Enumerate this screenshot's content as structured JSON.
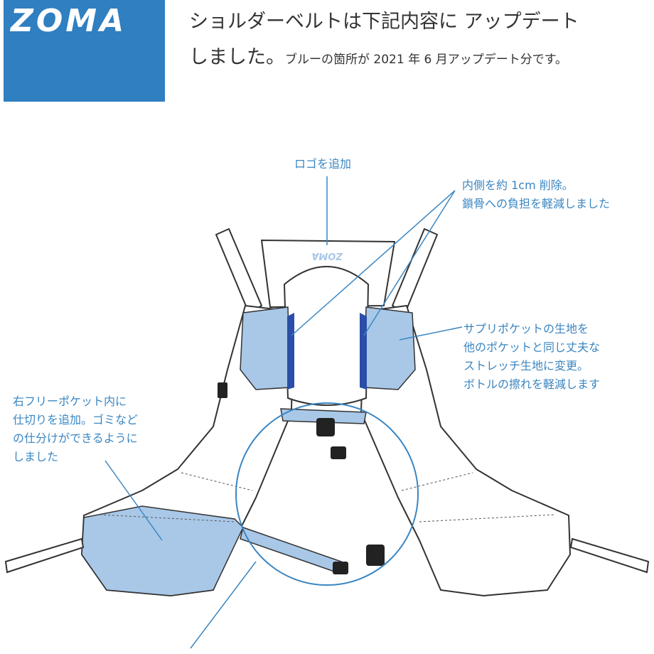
{
  "brand": {
    "logo_text": "ZOMA",
    "accent": "#2f7fc1"
  },
  "headline": {
    "line1": "ショルダーベルトは下記内容に アップデート",
    "line2_main": "しました。",
    "line2_small": "ブルーの箇所が 2021 年 6 月アップデート分です。"
  },
  "diagram": {
    "logo_on_vest": "ZOMA",
    "callouts": {
      "logo": "ロゴを追加",
      "inner_cut_line1": "内側を約 1cm 削除。",
      "inner_cut_line2": "鎖骨への負担を軽減しました",
      "supple_line1": "サプリポケットの生地を",
      "supple_line2": "他のポケットと同じ丈夫な",
      "supple_line3": "ストレッチ生地に変更。",
      "supple_line4": "ボトルの擦れを軽減します",
      "right_pocket_line1": "右フリーポケット内に",
      "right_pocket_line2": "仕切りを追加。ゴミなど",
      "right_pocket_line3": "の仕分けができるように",
      "right_pocket_line4": "しました"
    },
    "colors": {
      "highlight": "#a9c8e8",
      "dark_blue": "#2b4fa8",
      "line": "#3a86c2",
      "outline": "#333333"
    }
  }
}
